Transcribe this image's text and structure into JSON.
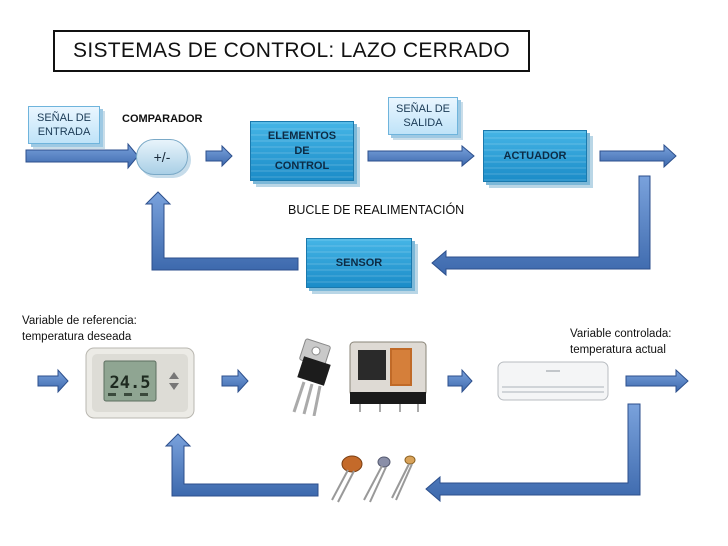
{
  "title": "SISTEMAS DE CONTROL: LAZO CERRADO",
  "blocks": {
    "input_signal": "SEÑAL DE ENTRADA",
    "comparator_label": "COMPARADOR",
    "comparator_symbol": "+/-",
    "control_elements": "ELEMENTOS DE CONTROL",
    "output_signal": "SEÑAL DE SALIDA",
    "actuator": "ACTUADOR",
    "feedback_loop": "BUCLE DE REALIMENTACIÓN",
    "sensor": "SENSOR"
  },
  "example": {
    "reference_variable": "Variable de referencia: temperatura deseada",
    "controlled_variable": "Variable controlada: temperatura actual",
    "thermostat_display": "24.5"
  },
  "colors": {
    "arrow_fill": "#4f7cc0",
    "arrow_stroke": "#2c4f8c",
    "block_dark": "#1d8fcb",
    "block_light": "#bfe3f8"
  }
}
